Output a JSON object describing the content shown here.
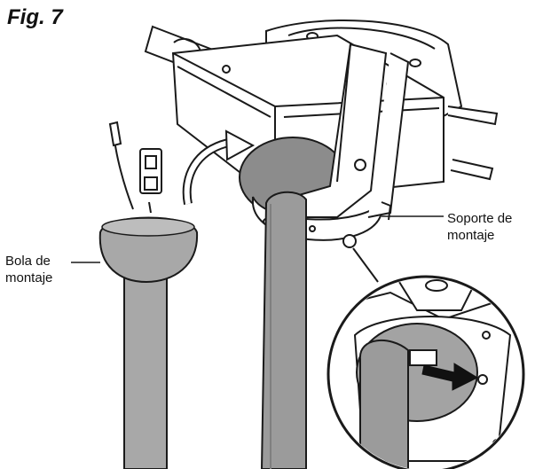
{
  "figure": {
    "title": "Fig. 7",
    "labels": {
      "mounting_ball": [
        "Bola de",
        "montaje"
      ],
      "mounting_bracket": [
        "Soporte de",
        "montaje"
      ]
    }
  },
  "colors": {
    "line": "#1a1a1a",
    "downrod": "#9b9b9b",
    "ball": "#a8a8a8",
    "hanger_ball": "#8c8c8c",
    "arrow": "#111111",
    "background": "#ffffff"
  }
}
